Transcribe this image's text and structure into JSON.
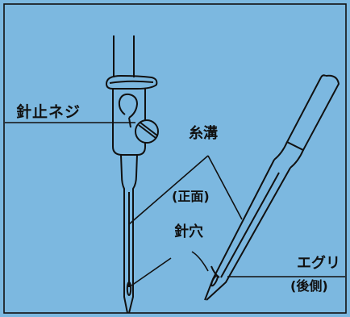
{
  "labels": {
    "needle_clamp_screw": "針止ネジ",
    "thread_groove": "糸溝",
    "front": "(正面)",
    "needle_eye": "針穴",
    "scarf": "エグリ",
    "back": "(後側)"
  },
  "colors": {
    "background": "#7cb8e0",
    "ink": "#111111"
  }
}
